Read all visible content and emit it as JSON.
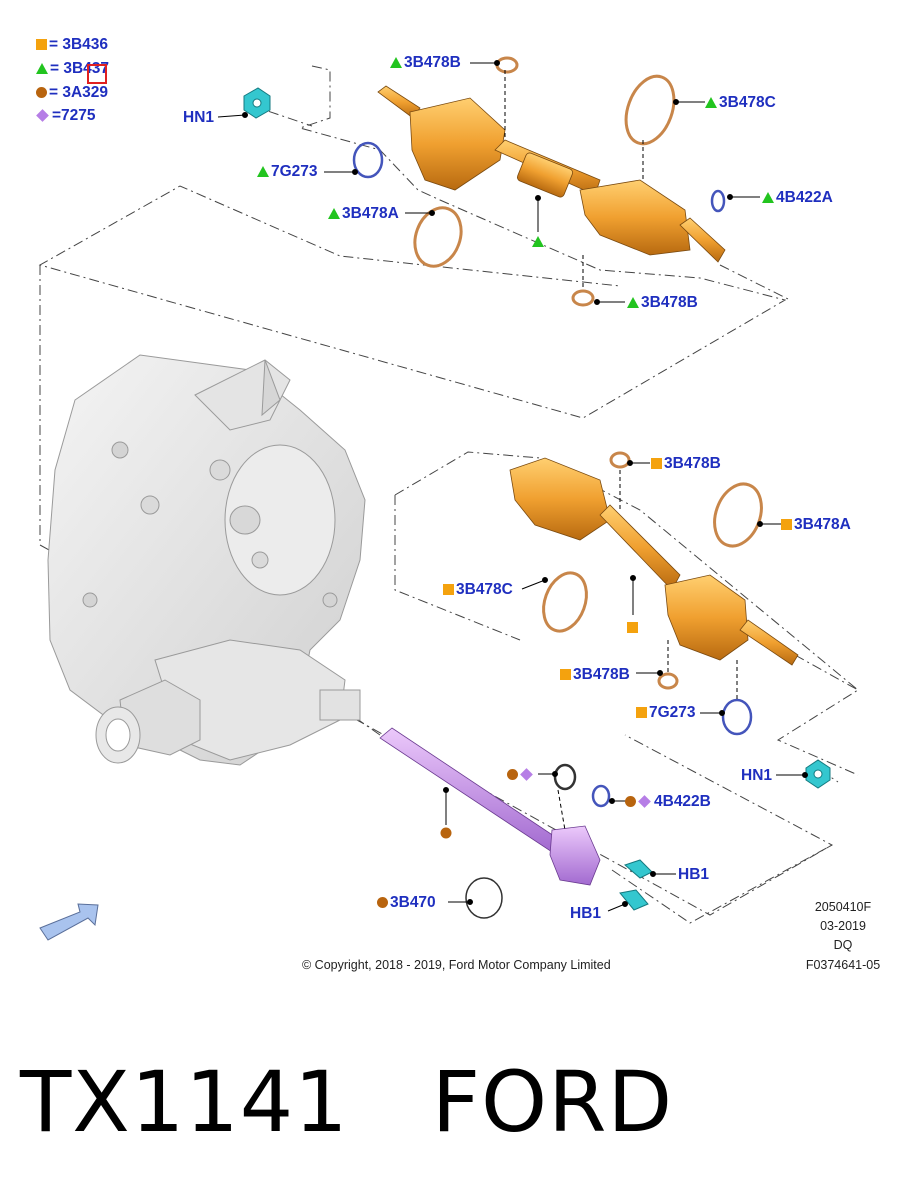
{
  "legend": [
    {
      "symbol": "square",
      "color": "#f4a20e",
      "text": "= 3B436"
    },
    {
      "symbol": "triangle",
      "color": "#22c41f",
      "text": "= 3B437"
    },
    {
      "symbol": "circle",
      "color": "#b8640e",
      "text": "= 3A329"
    },
    {
      "symbol": "diamond",
      "color": "#b67ee6",
      "text": "=7275"
    }
  ],
  "callouts": {
    "hn1_top": "HN1",
    "b478b_top": "3B478B",
    "b478c_top": "3B478C",
    "g273_top": "7G273",
    "b422a": "4B422A",
    "b478a_top": "3B478A",
    "b478b_top2": "3B478B",
    "b478b_mid": "3B478B",
    "b478a_mid": "3B478A",
    "b478c_mid": "3B478C",
    "b478b_mid2": "3B478B",
    "g273_mid": "7G273",
    "hn1_right": "HN1",
    "b422b": "4B422B",
    "hb1_a": "HB1",
    "b470": "3B470",
    "hb1_b": "HB1"
  },
  "meta": {
    "code": "2050410F",
    "date": "03-2019",
    "initials": "DQ",
    "ref": "F0374641-05"
  },
  "copyright": "© Copyright, 2018 - 2019, Ford Motor Company Limited",
  "footer_title": "TX1141   FORD",
  "colors": {
    "label_blue": "#1f2fbf",
    "shaft_orange": "#f0a030",
    "intermediate_purple": "#c98ce8",
    "clip_cyan": "#34c7cf"
  },
  "icons": [
    "direction-arrow-icon",
    "hex-nut-icon",
    "bolt-icon",
    "snap-ring-icon",
    "clamp-icon"
  ]
}
